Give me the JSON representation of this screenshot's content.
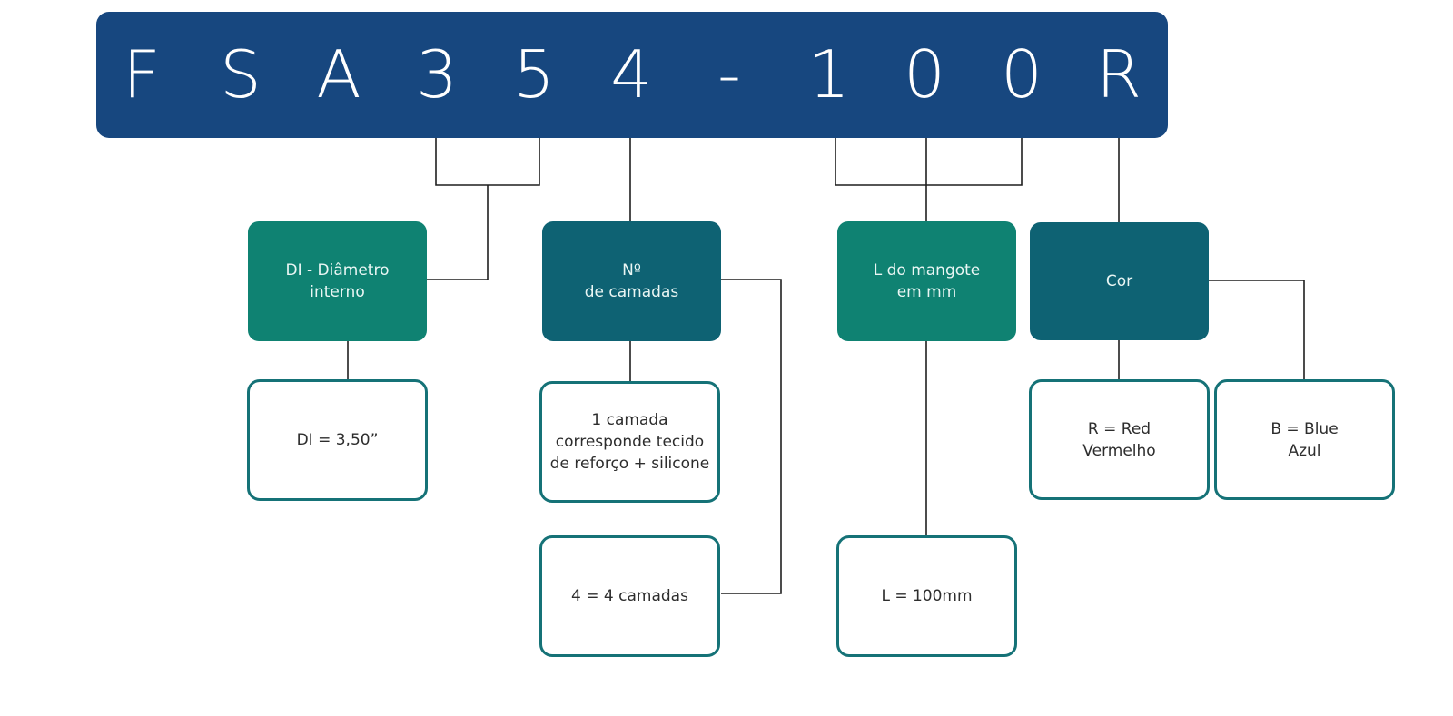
{
  "code": {
    "characters": [
      "F",
      "S",
      "A",
      "3",
      "5",
      "4",
      "-",
      "1",
      "0",
      "0",
      "R"
    ]
  },
  "categories": [
    {
      "id": "di",
      "label": "DI - Diâmetro\ninterno"
    },
    {
      "id": "camadas",
      "label": "Nº\nde camadas"
    },
    {
      "id": "comprimento",
      "label": "L do mangote\nem mm"
    },
    {
      "id": "cor",
      "label": "Cor"
    }
  ],
  "values": [
    {
      "id": "di-value",
      "label": "DI = 3,50”"
    },
    {
      "id": "camada-1",
      "label": "1 camada\ncorresponde tecido\nde reforço + silicone"
    },
    {
      "id": "camada-4",
      "label": "4 = 4 camadas"
    },
    {
      "id": "length-value",
      "label": "L = 100mm"
    },
    {
      "id": "color-red",
      "label": "R = Red\nVermelho"
    },
    {
      "id": "color-blue",
      "label": "B = Blue\nAzul"
    }
  ],
  "colors": {
    "banner": "#17477f",
    "category_green": "#0f8272",
    "category_teal": "#0e6273",
    "value_border": "#157277",
    "connector": "#1f1f1f"
  }
}
